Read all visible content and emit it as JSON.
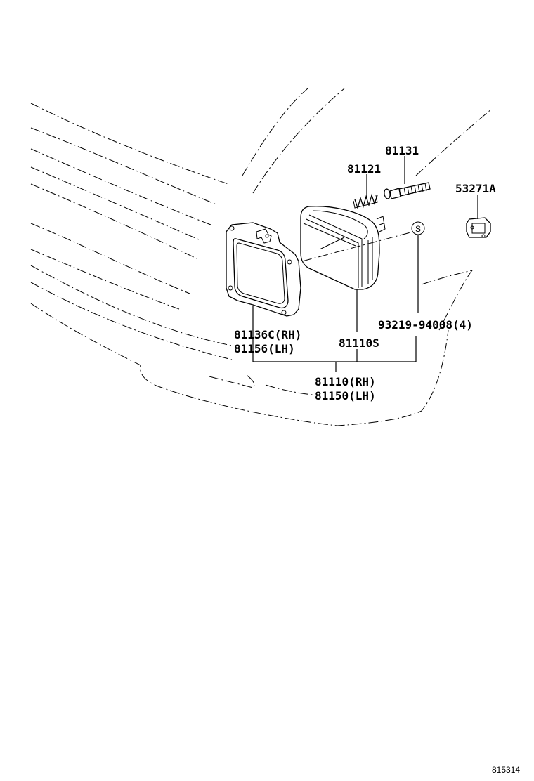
{
  "labels": {
    "p81131": "81131",
    "p81121": "81121",
    "p53271a": "53271A",
    "symbol_s": "S",
    "p93219": "93219-94008(4)",
    "p81136c_rh": "81136C(RH)",
    "p81156_lh": "81156(LH)",
    "p81110s": "81110S",
    "p81110_rh": "81110(RH)",
    "p81150_lh": "81150(LH)"
  },
  "figure_code": "815314"
}
